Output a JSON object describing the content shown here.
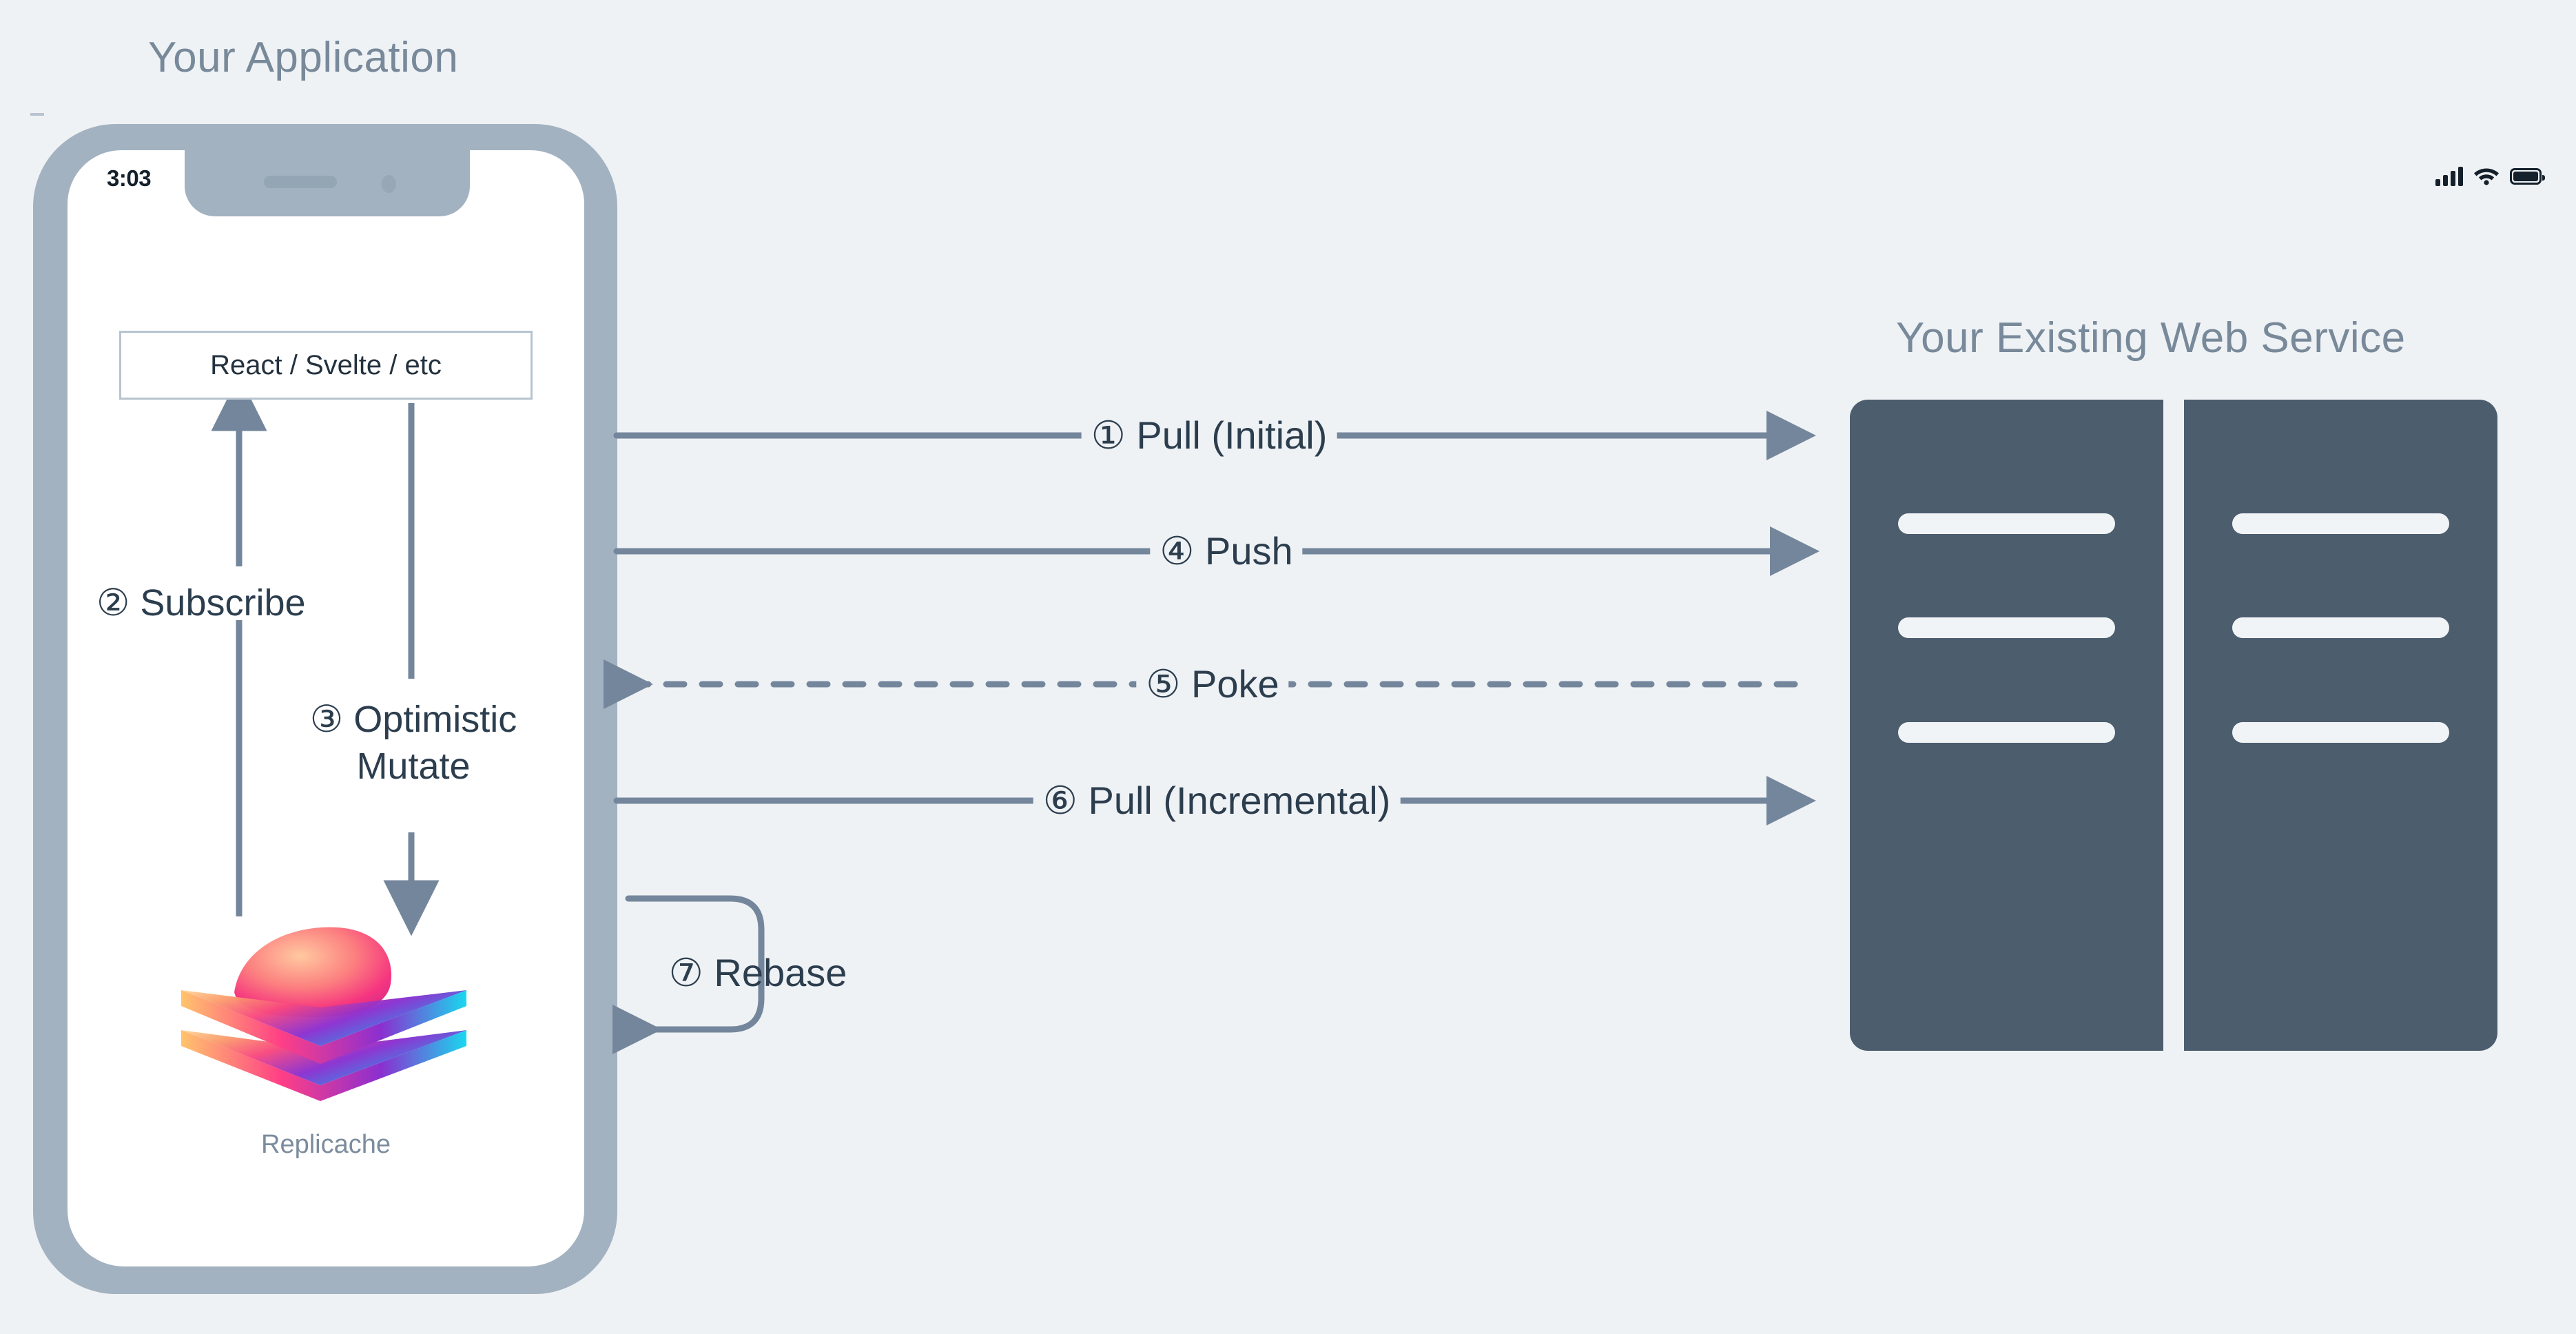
{
  "background_color": "#eff2f5",
  "accent_dark": "#4c5d6e",
  "arrow_color": "#74869b",
  "heading_color": "#78899a",
  "label_color": "#2c3e4e",
  "phone_frame_color": "#a3b2c0",
  "app": {
    "title": "Your Application",
    "status_bar": {
      "time": "3:03",
      "signal_icon": "signal-bars-icon",
      "wifi_icon": "wifi-icon",
      "battery_icon": "battery-icon"
    },
    "framework_box_label": "React / Svelte / etc",
    "logo_caption": "Replicache",
    "internal_steps": [
      {
        "number": "②",
        "label": "Subscribe",
        "direction": "up"
      },
      {
        "number": "③",
        "label": "Optimistic Mutate",
        "direction": "down"
      }
    ]
  },
  "service": {
    "title": "Your Existing Web Service",
    "panels": [
      {
        "name": "server-panel-left",
        "bars": 3
      },
      {
        "name": "server-panel-right",
        "bars": 3
      }
    ]
  },
  "flows": [
    {
      "id": "pull-initial",
      "number": "①",
      "label": "Pull (Initial)",
      "text": "① Pull (Initial)",
      "direction": "right",
      "style": "solid"
    },
    {
      "id": "push",
      "number": "④",
      "label": "Push",
      "text": "④ Push",
      "direction": "right",
      "style": "solid"
    },
    {
      "id": "poke",
      "number": "⑤",
      "label": "Poke",
      "text": "⑤ Poke",
      "direction": "left",
      "style": "dashed"
    },
    {
      "id": "pull-incremental",
      "number": "⑥",
      "label": "Pull (Incremental)",
      "text": "⑥ Pull (Incremental)",
      "direction": "right",
      "style": "solid"
    },
    {
      "id": "rebase",
      "number": "⑦",
      "label": "Rebase",
      "text": "⑦ Rebase",
      "direction": "loop",
      "style": "solid"
    }
  ],
  "phone_labels": {
    "subscribe": "② Subscribe",
    "mutate": "③ Optimistic Mutate"
  }
}
